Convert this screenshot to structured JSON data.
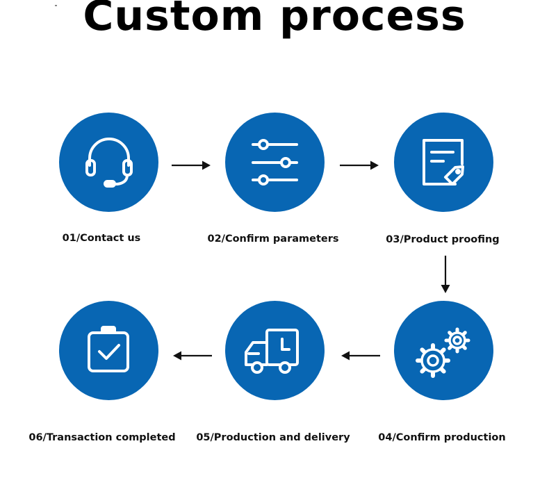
{
  "title": "Custom process",
  "steps": [
    {
      "label": "01/Contact us",
      "icon": "headset-icon"
    },
    {
      "label": "02/Confirm parameters",
      "icon": "sliders-icon"
    },
    {
      "label": "03/Product proofing",
      "icon": "document-tag-icon"
    },
    {
      "label": "04/Confirm production",
      "icon": "gears-icon"
    },
    {
      "label": "05/Production and delivery",
      "icon": "delivery-truck-icon"
    },
    {
      "label": "06/Transaction completed",
      "icon": "clipboard-check-icon"
    }
  ],
  "colors": {
    "accent": "#0866b3",
    "text": "#111111"
  }
}
